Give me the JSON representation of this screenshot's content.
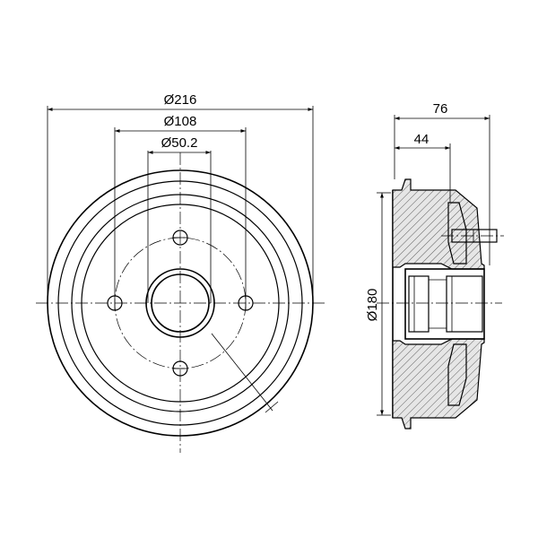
{
  "dimensions": {
    "outer_diameter": "Ø216",
    "bolt_circle_diameter": "Ø108",
    "center_bore_diameter": "Ø50.2",
    "overall_width": "76",
    "hub_width": "44",
    "braking_diameter": "Ø180"
  },
  "colors": {
    "line": "#000000",
    "section_fill": "#e6e6e6",
    "background": "#ffffff"
  }
}
